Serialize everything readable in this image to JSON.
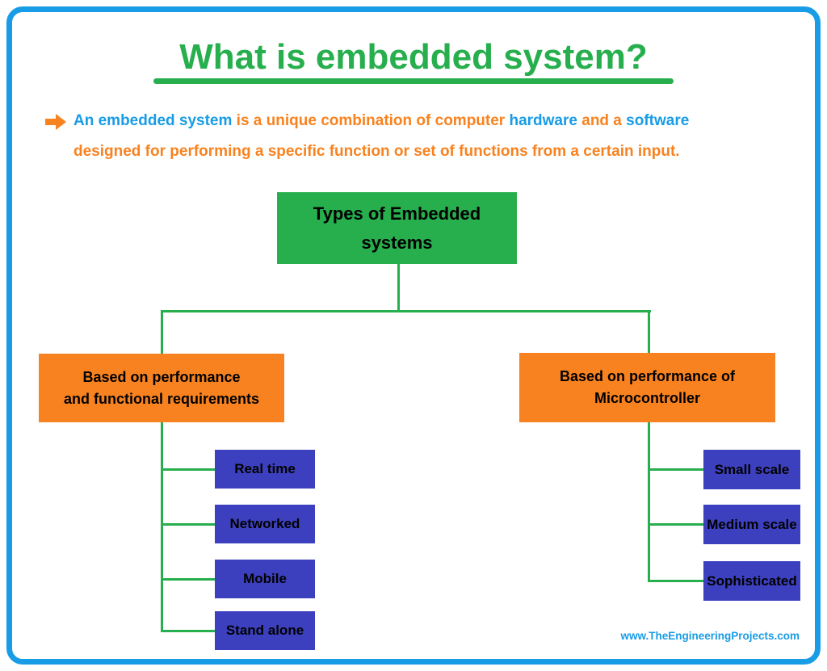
{
  "colors": {
    "green": "#27AE4D",
    "orange": "#F8821F",
    "blue": "#189CE5",
    "box_blue": "#3D40BE"
  },
  "title": {
    "text": "What is embedded system?"
  },
  "intro": {
    "bullet_icon": "arrow-right-icon",
    "segments": [
      {
        "text": "An embedded system ",
        "color": "blue"
      },
      {
        "text": "is a unique combination of computer ",
        "color": "orange"
      },
      {
        "text": "hardware ",
        "color": "blue"
      },
      {
        "text": "and a ",
        "color": "orange"
      },
      {
        "text": "software",
        "color": "blue"
      },
      {
        "text": "designed for performing a specific function or set of functions from a certain input.",
        "color": "orange"
      }
    ]
  },
  "diagram": {
    "root": {
      "lines": [
        "Types of Embedded",
        "systems"
      ]
    },
    "left_branch": {
      "lines": [
        "Based on performance",
        "and functional requirements"
      ],
      "children": [
        "Real time",
        "Networked",
        "Mobile",
        "Stand alone"
      ]
    },
    "right_branch": {
      "lines": [
        "Based on performance of",
        "Microcontroller"
      ],
      "children": [
        "Small scale",
        "Medium scale",
        "Sophisticated"
      ]
    }
  },
  "footer": {
    "watermark": "www.TheEngineeringProjects.com"
  }
}
